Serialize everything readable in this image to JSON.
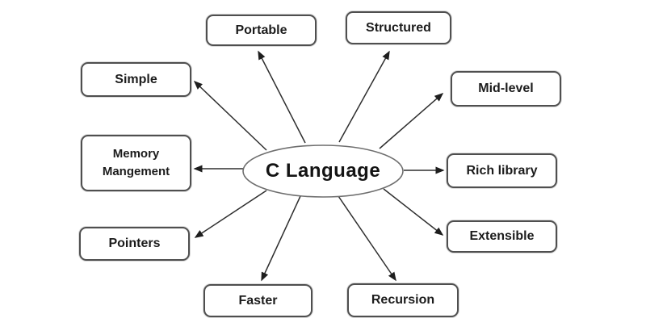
{
  "diagram": {
    "center": {
      "label": "C Language"
    },
    "nodes": [
      {
        "id": "portable",
        "label": "Portable"
      },
      {
        "id": "structured",
        "label": "Structured"
      },
      {
        "id": "simple",
        "label": "Simple"
      },
      {
        "id": "mid-level",
        "label": "Mid-level"
      },
      {
        "id": "memory-mangement",
        "label": "Memory Mangement"
      },
      {
        "id": "rich-library",
        "label": "Rich library"
      },
      {
        "id": "pointers",
        "label": "Pointers"
      },
      {
        "id": "extensible",
        "label": "Extensible"
      },
      {
        "id": "faster",
        "label": "Faster"
      },
      {
        "id": "recursion",
        "label": "Recursion"
      }
    ],
    "edges": [
      {
        "from": "C Language",
        "to": "Portable"
      },
      {
        "from": "C Language",
        "to": "Structured"
      },
      {
        "from": "C Language",
        "to": "Simple"
      },
      {
        "from": "C Language",
        "to": "Mid-level"
      },
      {
        "from": "C Language",
        "to": "Memory Mangement"
      },
      {
        "from": "C Language",
        "to": "Rich library"
      },
      {
        "from": "C Language",
        "to": "Pointers"
      },
      {
        "from": "C Language",
        "to": "Extensible"
      },
      {
        "from": "C Language",
        "to": "Faster"
      },
      {
        "from": "C Language",
        "to": "Recursion"
      }
    ],
    "colors": {
      "background": "#ffffff",
      "box_border": "#4f4f4f",
      "arrow": "#2e2e2e",
      "ellipse_stroke": "#6e6e6e",
      "text": "#1c1c1c"
    }
  }
}
